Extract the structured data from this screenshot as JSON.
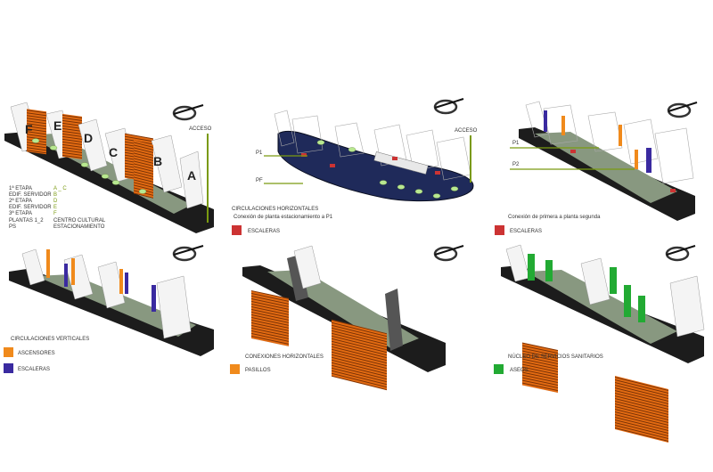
{
  "panels": {
    "p1": {
      "acceso": "ACCESO",
      "block_letters": [
        "F",
        "E",
        "D",
        "C",
        "B",
        "A"
      ],
      "etapas": [
        "1ª ETAPA",
        "EDIF. SERVIDOR",
        "2ª ETAPA",
        "EDIF. SERVIDOR",
        "3ª ETAPA",
        "PLANTAS 1_2",
        "PS"
      ],
      "etapa_codes": [
        "A _ C",
        "B",
        "D",
        "E",
        "F",
        "CENTRO CULTURAL",
        "ESTACIONAMIENTO"
      ]
    },
    "p2": {
      "acceso": "ACCESO",
      "level_p1": "P1",
      "level_pf": "PF",
      "title": "CIRCULACIONES HORIZONTALES",
      "subtitle": "Conexión de planta estacionamiento a P1",
      "legend": [
        {
          "label": "ESCALERAS",
          "color": "#cc3333"
        }
      ]
    },
    "p3": {
      "level_p1": "P1",
      "level_p2": "P2",
      "subtitle": "Conexión de primera a planta segunda",
      "legend": [
        {
          "label": "ESCALERAS",
          "color": "#cc3333"
        }
      ]
    },
    "p4": {
      "title": "CIRCULACIONES VERTICALES",
      "legend": [
        {
          "label": "ASCENSORES",
          "color": "#f08a1c"
        },
        {
          "label": "ESCALERAS",
          "color": "#3a2aa0"
        }
      ]
    },
    "p5": {
      "title": "CONEXIONES HORIZONTALES",
      "legend": [
        {
          "label": "PASILLOS",
          "color": "#f08a1c"
        }
      ]
    },
    "p6": {
      "title": "NÚCLEO DE SERVICIOS SANITARIOS",
      "legend": [
        {
          "label": "ASEOS",
          "color": "#22aa33"
        }
      ]
    }
  },
  "colors": {
    "accent_green": "#7a9a10",
    "base": "#1c1c1c",
    "grass": "#8a9a7a"
  }
}
